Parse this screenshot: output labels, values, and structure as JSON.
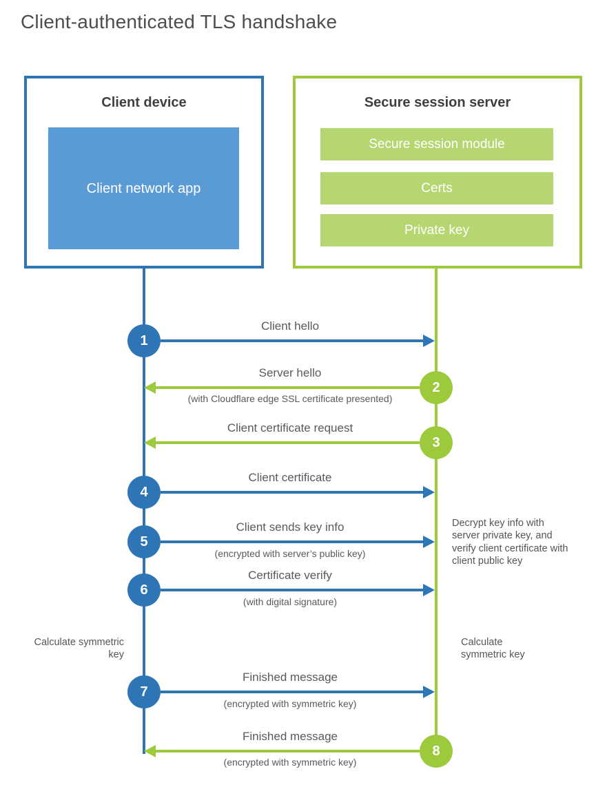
{
  "page": {
    "title": "Client-authenticated TLS handshake"
  },
  "client_box": {
    "title": "Client device",
    "module": "Client network app"
  },
  "server_box": {
    "title": "Secure session server",
    "modules": [
      "Secure session module",
      "Certs",
      "Private key"
    ]
  },
  "flow": {
    "messages": [
      {
        "number": "1",
        "label": "Client hello",
        "direction": "to-server"
      },
      {
        "number": "2",
        "label": "Server hello",
        "subtitle": "(with Cloudflare edge SSL certificate presented)",
        "direction": "to-client"
      },
      {
        "number": "3",
        "label": "Client certificate request",
        "direction": "to-client"
      },
      {
        "number": "4",
        "label": "Client certificate",
        "direction": "to-server"
      },
      {
        "number": "5",
        "label": "Client sends key info",
        "subtitle": "(encrypted with server’s public key)",
        "direction": "to-server"
      },
      {
        "number": "6",
        "label": "Certificate verify",
        "subtitle": "(with digital signature)",
        "direction": "to-server"
      },
      {
        "number": "7",
        "label": "Finished message",
        "subtitle": "(encrypted with symmetric key)",
        "direction": "to-server"
      },
      {
        "number": "8",
        "label": "Finished message",
        "subtitle": "(encrypted with symmetric key)",
        "direction": "to-client"
      }
    ]
  },
  "annotations": {
    "decrypt_note": "Decrypt key info with server private key, and verify client certificate with client public key",
    "calc_left": "Calculate symmetric key",
    "calc_right": "Calculate symmetric key"
  },
  "colors": {
    "blue_accent": "#2e75b6",
    "blue_fill": "#5b9bd5",
    "green_accent": "#9dca3c",
    "green_fill": "#b6d671",
    "heading_text": "#3f3f3f",
    "label_text": "#58595b"
  }
}
